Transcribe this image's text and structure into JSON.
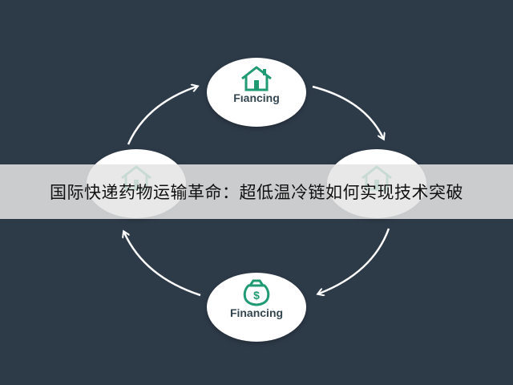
{
  "colors": {
    "background": "#2d3a48",
    "node_fill": "#ffffff",
    "icon_green": "#1f9a73",
    "arrow": "#ffffff",
    "banner_fill": "#e4e4e4"
  },
  "diagram": {
    "nodes": [
      {
        "id": "top",
        "label": "Fıancing",
        "icon": "house-icon"
      },
      {
        "id": "right",
        "label": "",
        "icon": "house-icon"
      },
      {
        "id": "bottom",
        "label": "Financing",
        "icon": "money-bag-icon"
      },
      {
        "id": "left",
        "label": "",
        "icon": "house-icon"
      }
    ],
    "flow": [
      "top",
      "right",
      "bottom",
      "left",
      "top"
    ]
  },
  "banner": {
    "title": "国际快递药物运输革命：超低温冷链如何实现技术突破"
  }
}
